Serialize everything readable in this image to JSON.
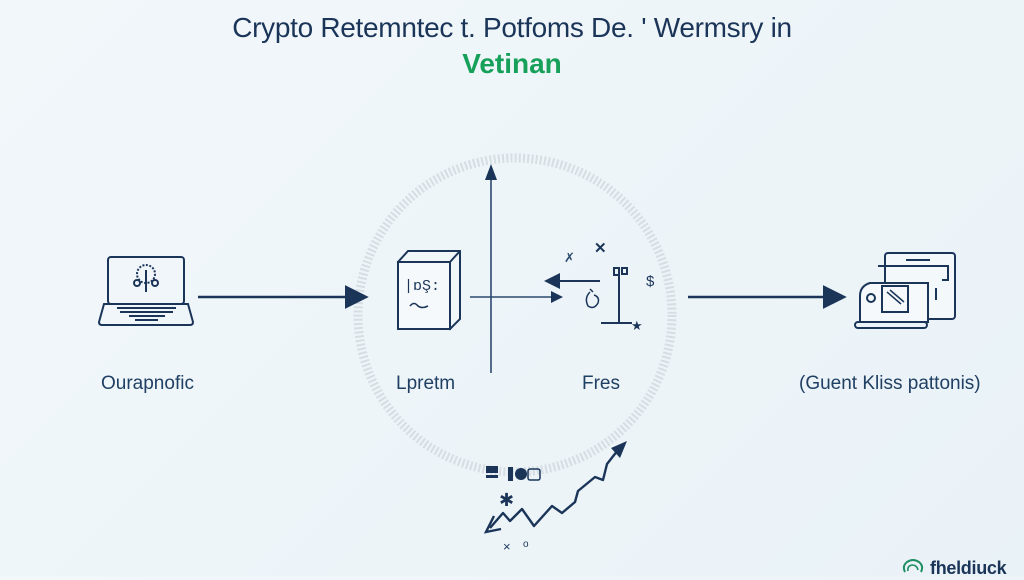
{
  "header": {
    "title": "Crypto Retemntec t. Potfoms De. ' Wermsry in",
    "subtitle": "Vetinan"
  },
  "colors": {
    "primary": "#1b3559",
    "accent": "#16a05a",
    "ring": "#d5dde3",
    "background": "#eef5f9"
  },
  "nodes": [
    {
      "id": "source",
      "label": "Ourapnofic",
      "icon": "laptop-icon"
    },
    {
      "id": "platform",
      "label": "Lpretm",
      "icon": "document-box-icon"
    },
    {
      "id": "fees",
      "label": "Fres",
      "icon": "scale-icon"
    },
    {
      "id": "destination",
      "label": "(Guent Kliss pattonis)",
      "icon": "machine-icon"
    }
  ],
  "center_graphic": {
    "ring": "dashed-circle",
    "axis": "vertical-arrow",
    "growth_arrow": "zigzag-up-arrow"
  },
  "footer": {
    "logo_text": "fheldiuck",
    "logo_icon": "brain-icon"
  }
}
